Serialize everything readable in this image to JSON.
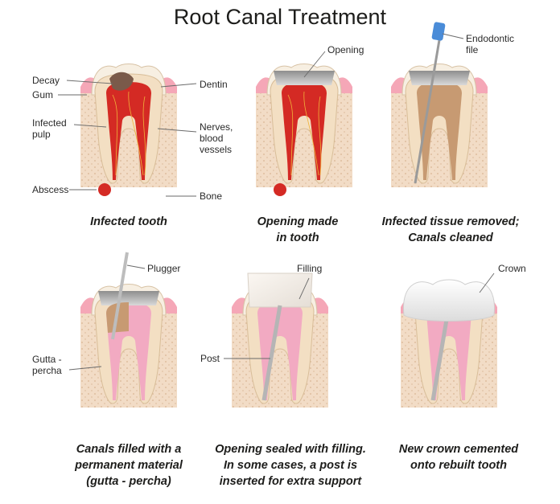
{
  "title": "Root Canal Treatment",
  "steps": [
    {
      "caption": "Infected tooth"
    },
    {
      "caption": "Opening made\nin tooth"
    },
    {
      "caption": "Infected tissue removed;\nCanals cleaned"
    },
    {
      "caption": "Canals filled with a\npermanent material\n(gutta - percha)"
    },
    {
      "caption": "Opening sealed with filling.\nIn some cases, a post is\ninserted for extra support"
    },
    {
      "caption": "New crown cemented\nonto rebuilt tooth"
    }
  ],
  "labels": {
    "decay": "Decay",
    "gum": "Gum",
    "infected_pulp": "Infected\npulp",
    "abscess": "Abscess",
    "dentin": "Dentin",
    "nerves": "Nerves,\nblood\nvessels",
    "bone": "Bone",
    "opening": "Opening",
    "endodontic_file": "Endodontic\nfile",
    "plugger": "Plugger",
    "gutta_percha": "Gutta -\npercha",
    "filling": "Filling",
    "post": "Post",
    "crown": "Crown"
  },
  "colors": {
    "bone": "#f2dcc6",
    "gum": "#f5a7b7",
    "dentin": "#f3dfc3",
    "enamel": "#f7efe2",
    "infected_pulp": "#d42a24",
    "cleaned_canal": "#c79a72",
    "gutta_percha": "#f2aac2",
    "filling": "#efe8df",
    "crown": "#f7f7f7"
  }
}
